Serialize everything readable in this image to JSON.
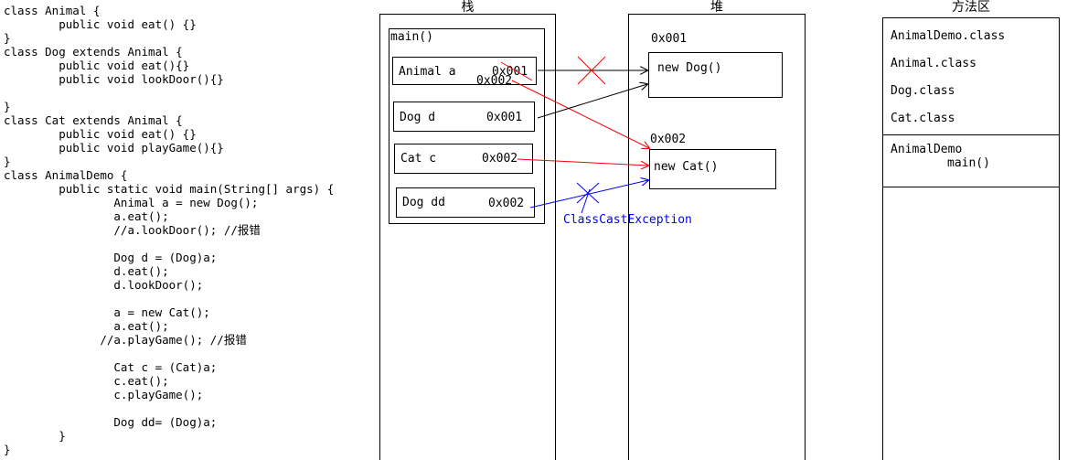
{
  "code_lines": [
    "class Animal {",
    "        public void eat() {}",
    "}",
    "class Dog extends Animal {",
    "        public void eat(){}",
    "        public void lookDoor(){}",
    "",
    "}",
    "class Cat extends Animal {",
    "        public void eat() {}",
    "        public void playGame(){}",
    "}",
    "class AnimalDemo {",
    "        public static void main(String[] args) {",
    "                Animal a = new Dog();",
    "                a.eat();",
    "                //a.lookDoor(); //报错",
    "",
    "                Dog d = (Dog)a;",
    "                d.eat();",
    "                d.lookDoor();",
    "",
    "                a = new Cat();",
    "                a.eat();",
    "              //a.playGame(); //报错",
    "",
    "                Cat c = (Cat)a;",
    "                c.eat();",
    "                c.playGame();",
    "",
    "                Dog dd= (Dog)a;",
    "        }",
    "}"
  ],
  "stack": {
    "title": "栈",
    "frame_label": "main()",
    "vars": [
      {
        "name": "Animal a",
        "addr": "0x001",
        "overlay_addr": "0x002"
      },
      {
        "name": "Dog d",
        "addr": "0x001"
      },
      {
        "name": "Cat c",
        "addr": "0x002"
      },
      {
        "name": "Dog dd",
        "addr": "0x002"
      }
    ]
  },
  "heap": {
    "title": "堆",
    "objects": [
      {
        "addr": "0x001",
        "label": "new Dog()"
      },
      {
        "addr": "0x002",
        "label": "new Cat()"
      }
    ]
  },
  "method_area": {
    "title": "方法区",
    "classes": [
      "AnimalDemo.class",
      "Animal.class",
      "Dog.class",
      "Cat.class"
    ],
    "code_block": {
      "class_name": "AnimalDemo",
      "method": "main()"
    }
  },
  "exception_label": "ClassCastException",
  "colors": {
    "invalid_ref": "#ff0000",
    "exception": "#0000ff",
    "ref": "#000000"
  }
}
